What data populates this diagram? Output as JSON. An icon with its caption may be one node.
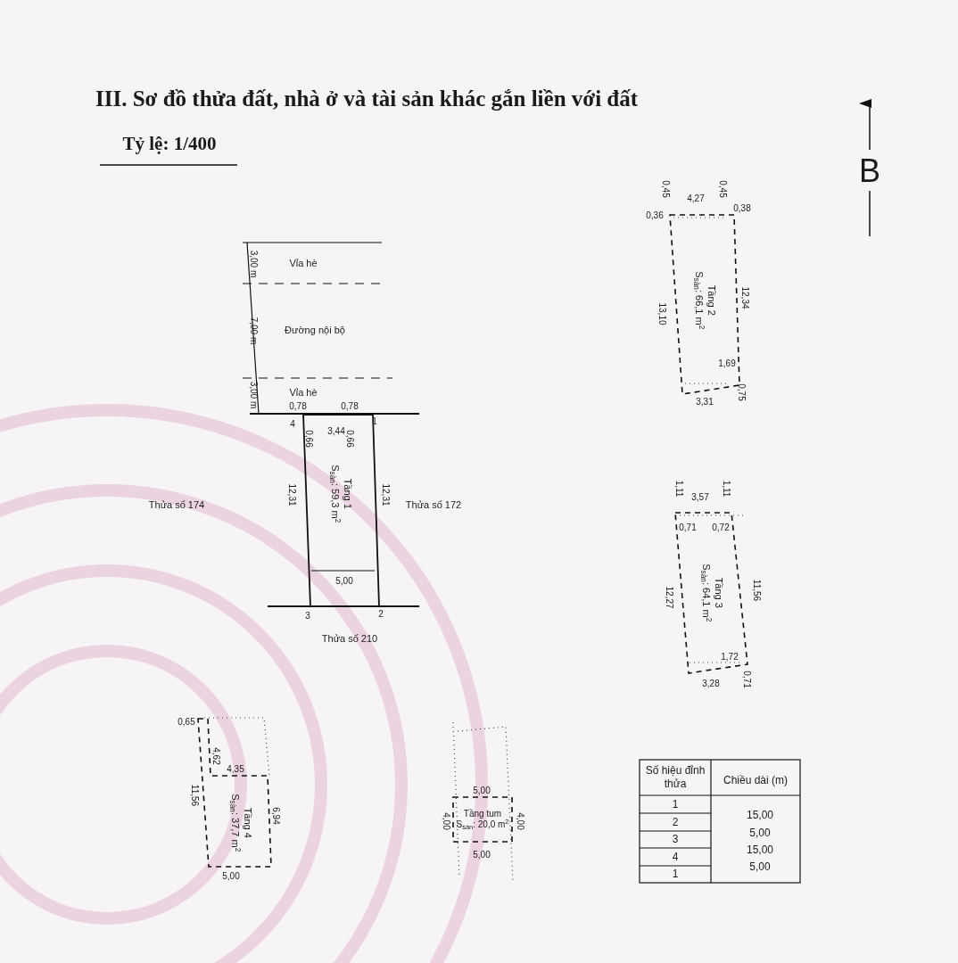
{
  "diagram": {
    "title": "III. Sơ đồ thửa đất, nhà ở và tài sản khác gắn liền với đất",
    "nodes": [
      {
        "text": [
          "Tầng 1",
          "S$_{sàn}$: 59,3 m$^{2}$"
        ]
      },
      {
        "text": [
          "Tầng 2",
          "S$_{sàn}$: 66,1 m$^{2}$"
        ]
      },
      {
        "text": [
          "Tầng 3",
          "S$_{sàn}$: 64,1 m$^{2}$"
        ]
      },
      {
        "text": [
          "Tầng 4",
          "S$_{sàn}$: 37,7 m$^{2}$"
        ]
      },
      {
        "text": [
          "Tầng tum",
          "S$_{sàn}$: 20,0 m$^{2}$"
        ]
      }
    ],
    "labels": [
      "Tỷ lệ: 1/400",
      "B",
      "Vỉa hè",
      "Đường nội bộ",
      "Vỉa hè",
      "3,00 m",
      "7,00 m",
      "3,00 m",
      "0,78",
      "0,78",
      "4",
      "1",
      "0,66",
      "3,44",
      "0,66",
      "12,31",
      "12,31",
      "Thửa số 174",
      "Thửa số 172",
      "5,00",
      "3",
      "2",
      "Thửa số 210",
      "0,45",
      "4,27",
      "0,45",
      "0,36",
      "0,38",
      "13,10",
      "12,34",
      "1,69",
      "0,75",
      "3,31",
      "1,11",
      "3,57",
      "1,11",
      "0,71",
      "0,72",
      "12,27",
      "11,56",
      "1,72",
      "0,71",
      "3,28",
      "0,65",
      "4,62",
      "4,35",
      "11,56",
      "6,94",
      "5,00",
      "5,00",
      "4,00",
      "4,00",
      "5,00",
      "Số hiệu đỉnh thửa",
      "Chiều dài (m)",
      "1",
      "15,00",
      "2",
      "5,00",
      "3",
      "15,00",
      "4",
      "5,00",
      "1"
    ]
  }
}
